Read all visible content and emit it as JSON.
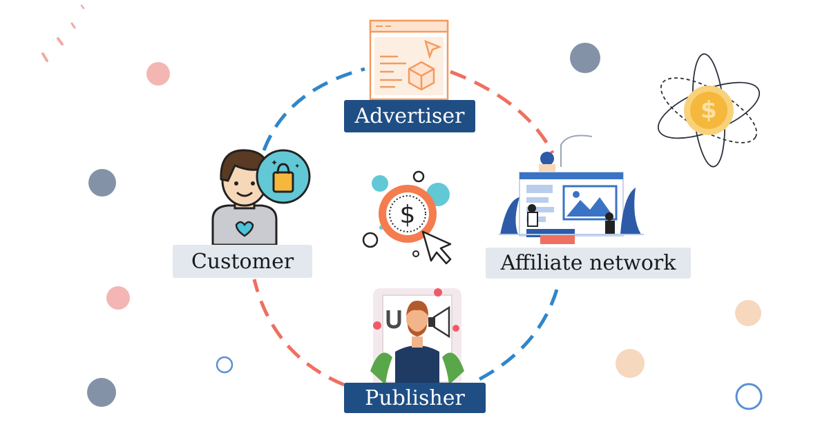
{
  "nodes": {
    "advertiser": "Advertiser",
    "customer": "Customer",
    "affiliate": "Affiliate network",
    "publisher": "Publisher"
  },
  "colors": {
    "label_dark": "#1f4e84",
    "label_light": "#e3e8ef",
    "arc_blue": "#2f86c9",
    "arc_red": "#ef6f61",
    "accent_orange": "#f47c4f",
    "accent_teal": "#62c8d6",
    "coin_gold": "#f5b83d"
  },
  "icons": {
    "center": "money-click-icon",
    "advertiser": "browser-window-icon",
    "customer": "shopper-avatar-icon",
    "affiliate": "web-network-illustration-icon",
    "publisher": "influencer-megaphone-icon",
    "atom": "dollar-atom-icon"
  }
}
